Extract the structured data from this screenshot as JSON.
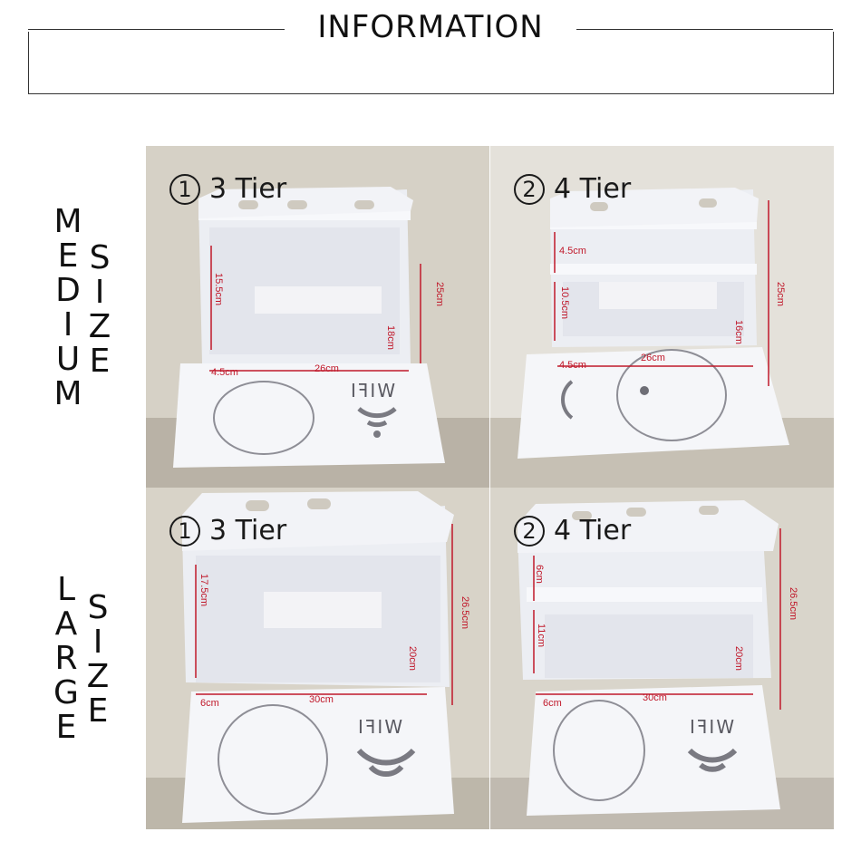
{
  "header": {
    "title": "INFORMATION"
  },
  "side_labels": {
    "medium": {
      "col1": [
        "M",
        "E",
        "D",
        "I",
        "U",
        "M"
      ],
      "col2": [
        "S",
        "I",
        "Z",
        "E"
      ]
    },
    "large": {
      "col1": [
        "L",
        "A",
        "R",
        "G",
        "E"
      ],
      "col2": [
        "S",
        "I",
        "Z",
        "E"
      ]
    }
  },
  "panels": [
    {
      "id": "medium-3-tier",
      "number": "1",
      "tier": "3 Tier",
      "dims": [
        "15.5cm",
        "25cm",
        "18cm",
        "4.5cm",
        "26cm"
      ],
      "wifi": "WIFI"
    },
    {
      "id": "medium-4-tier",
      "number": "2",
      "tier": "4 Tier",
      "dims": [
        "4.5cm",
        "10.5cm",
        "25cm",
        "16cm",
        "4.5cm",
        "26cm"
      ]
    },
    {
      "id": "large-3-tier",
      "number": "1",
      "tier": "3 Tier",
      "dims": [
        "17.5cm",
        "26.5cm",
        "20cm",
        "6cm",
        "30cm"
      ],
      "wifi": "WIFI"
    },
    {
      "id": "large-4-tier",
      "number": "2",
      "tier": "4 Tier",
      "dims": [
        "6cm",
        "11cm",
        "26.5cm",
        "20cm",
        "6cm",
        "30cm"
      ],
      "wifi": "WIFI"
    }
  ],
  "colors": {
    "dimension_red": "#c0182a",
    "wall_bg": "#d8d2c6",
    "board": "#f4f5f8"
  }
}
